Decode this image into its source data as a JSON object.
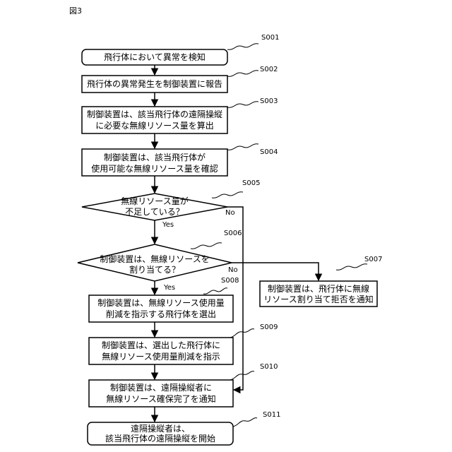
{
  "figure_label": "図3",
  "steps": {
    "s001": {
      "id": "S001",
      "lines": [
        "飛行体において異常を検知"
      ]
    },
    "s002": {
      "id": "S002",
      "lines": [
        "飛行体の異常発生を制御装置に報告"
      ]
    },
    "s003": {
      "id": "S003",
      "lines": [
        "制御装置は、該当飛行体の遠隔操縦",
        "に必要な無線リソース量を算出"
      ]
    },
    "s004": {
      "id": "S004",
      "lines": [
        "制御装置は、該当飛行体が",
        "使用可能な無線リソース量を確認"
      ]
    },
    "s005": {
      "id": "S005",
      "lines": [
        "無線リソース量が",
        "不足している？"
      ]
    },
    "s006": {
      "id": "S006",
      "lines": [
        "制御装置は、無線リソースを",
        "割り当てる？"
      ]
    },
    "s007": {
      "id": "S007",
      "lines": [
        "制御装置は、飛行体に無線",
        "リソース割り当て拒否を通知"
      ]
    },
    "s008": {
      "id": "S008",
      "lines": [
        "制御装置は、無線リソース使用量",
        "削減を指示する飛行体を選出"
      ]
    },
    "s009": {
      "id": "S009",
      "lines": [
        "制御装置は、選出した飛行体に",
        "無線リソース使用量削減を指示"
      ]
    },
    "s010": {
      "id": "S010",
      "lines": [
        "制御装置は、遠隔操縦者に",
        "無線リソース確保完了を通知"
      ]
    },
    "s011": {
      "id": "S011",
      "lines": [
        "遠隔操縦者は、",
        "該当飛行体の遠隔操縦を開始"
      ]
    }
  },
  "branch_labels": {
    "s005_yes": "Yes",
    "s005_no": "No",
    "s006_yes": "Yes",
    "s006_no": "No"
  }
}
